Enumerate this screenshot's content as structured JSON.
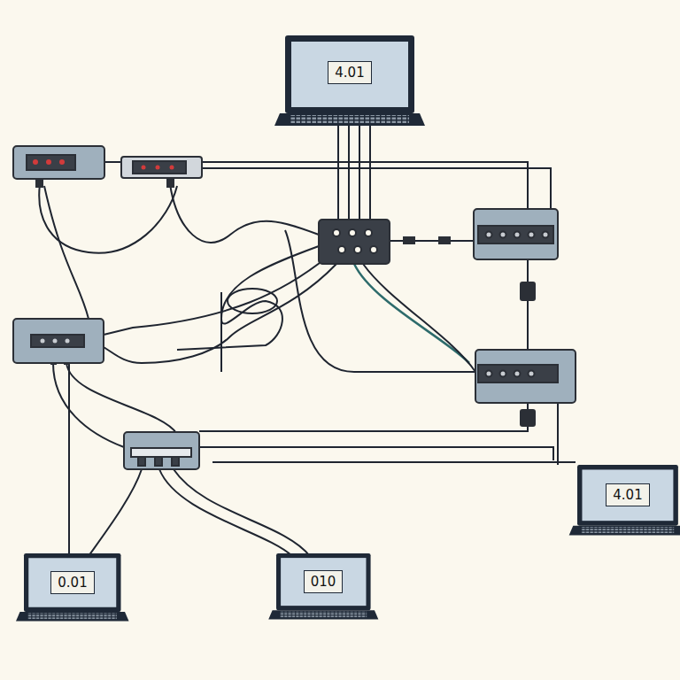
{
  "diagram": {
    "nodes": [
      {
        "text": [
          "4.01"
        ]
      },
      {
        "text": [
          "4.01"
        ]
      },
      {
        "text": [
          "0.01"
        ]
      },
      {
        "text": [
          "010"
        ]
      }
    ]
  }
}
